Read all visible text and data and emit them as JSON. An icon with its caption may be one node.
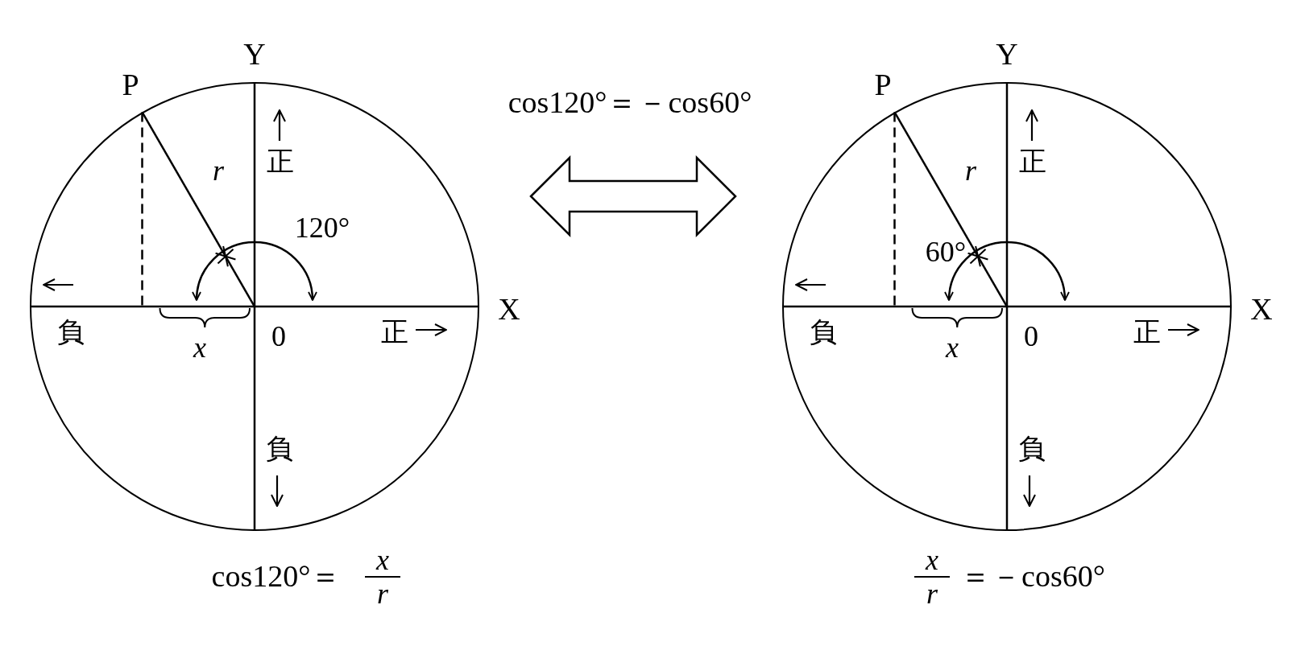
{
  "diagram": {
    "nodes": [
      {
        "text": [],
        "shape": "circle"
      },
      {
        "text": [],
        "shape": "circle"
      }
    ],
    "edges": [
      {
        "from": 0,
        "to": 1,
        "arrow": "both"
      }
    ],
    "labels": [
      "P",
      "Y",
      "r",
      "正",
      "120°",
      "負",
      "x",
      "0",
      "正",
      "X",
      "負",
      "cos120°＝",
      "x",
      "r",
      "cos120°＝－cos60°",
      "P",
      "Y",
      "r",
      "正",
      "60°",
      "負",
      "x",
      "0",
      "正",
      "X",
      "負",
      "x",
      "r",
      "＝－cos60°"
    ]
  }
}
